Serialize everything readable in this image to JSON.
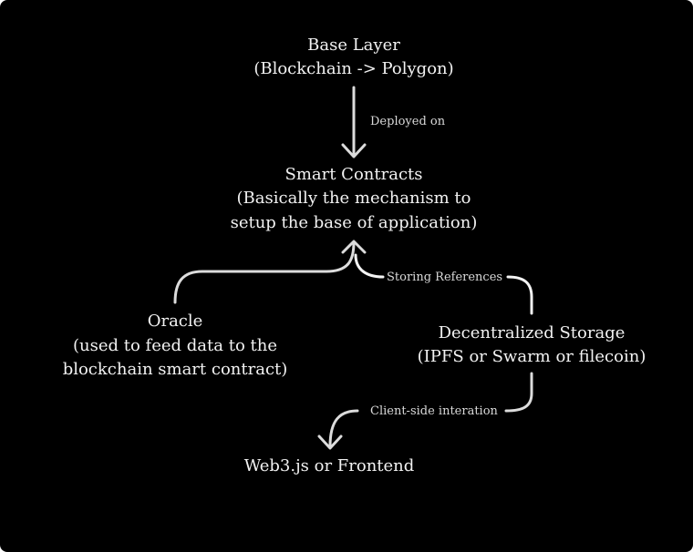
{
  "nodes": {
    "base_layer": {
      "line1": "Base Layer",
      "line2": "(Blockchain -> Polygon)"
    },
    "smart_contracts": {
      "line1": "Smart Contracts",
      "line2": "(Basically the mechanism to",
      "line3": "setup the base of application)"
    },
    "oracle": {
      "line1": "Oracle",
      "line2": "(used to feed data to the",
      "line3": "blockchain smart contract)"
    },
    "decentralized_storage": {
      "line1": "Decentralized Storage",
      "line2": "(IPFS or Swarm or filecoin)"
    },
    "frontend": {
      "line1": "Web3.js or Frontend"
    }
  },
  "edges": {
    "deployed_on": "Deployed on",
    "storing_references": "Storing References",
    "client_side": "Client-side interation"
  },
  "colors": {
    "background": "#000000",
    "text": "#f2f2f2",
    "arrow": "#dcdcdc"
  }
}
